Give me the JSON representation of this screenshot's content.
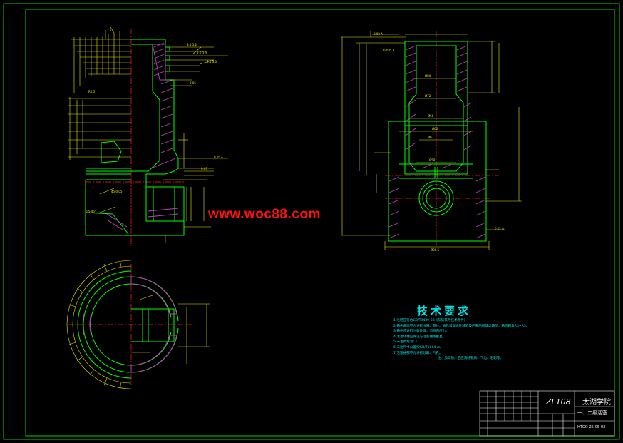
{
  "watermark": {
    "text": "www.woc88.com",
    "color": "#ff1010"
  },
  "colors": {
    "background": "#000000",
    "frame": "#00d000",
    "outline": "#00ff00",
    "dimension": "#e8e800",
    "centerline": "#ff2020",
    "section_hatch": "#c040c0",
    "text_cyan": "#00e5e5",
    "text_white": "#f4f4f4"
  },
  "tech_requirements": {
    "title": "技术要求",
    "notes": [
      "1.毛坯应符合GB/T9439-88《灰铸铁件技术条件》",
      "2.铸件表面不允许有冷隔、裂纹、缩孔和穿透性缺陷及严重的残缺类缺陷，铸造圆角R3~R5。",
      "3.铸件应进行时效处理，消除内应力。",
      "4.活塞环槽应保证与活塞轴线垂直。",
      "5.未注倒角为C1。",
      "6.未注尺寸公差按GB/T1804-m。",
      "7.活塞裙部不允许有砂眼、气孔。",
      "注：加工前、后应清除铁屑、飞边、毛刺等。"
    ]
  },
  "title_block": {
    "drawing_code": "ZL108",
    "school": "太湖学院",
    "part_name": "一、二级活塞",
    "drawing_number": "HTGO-25-05-02"
  },
  "drawing_views": [
    {
      "name": "front-half-section-view"
    },
    {
      "name": "side-section-view"
    },
    {
      "name": "top-section-view"
    }
  ]
}
